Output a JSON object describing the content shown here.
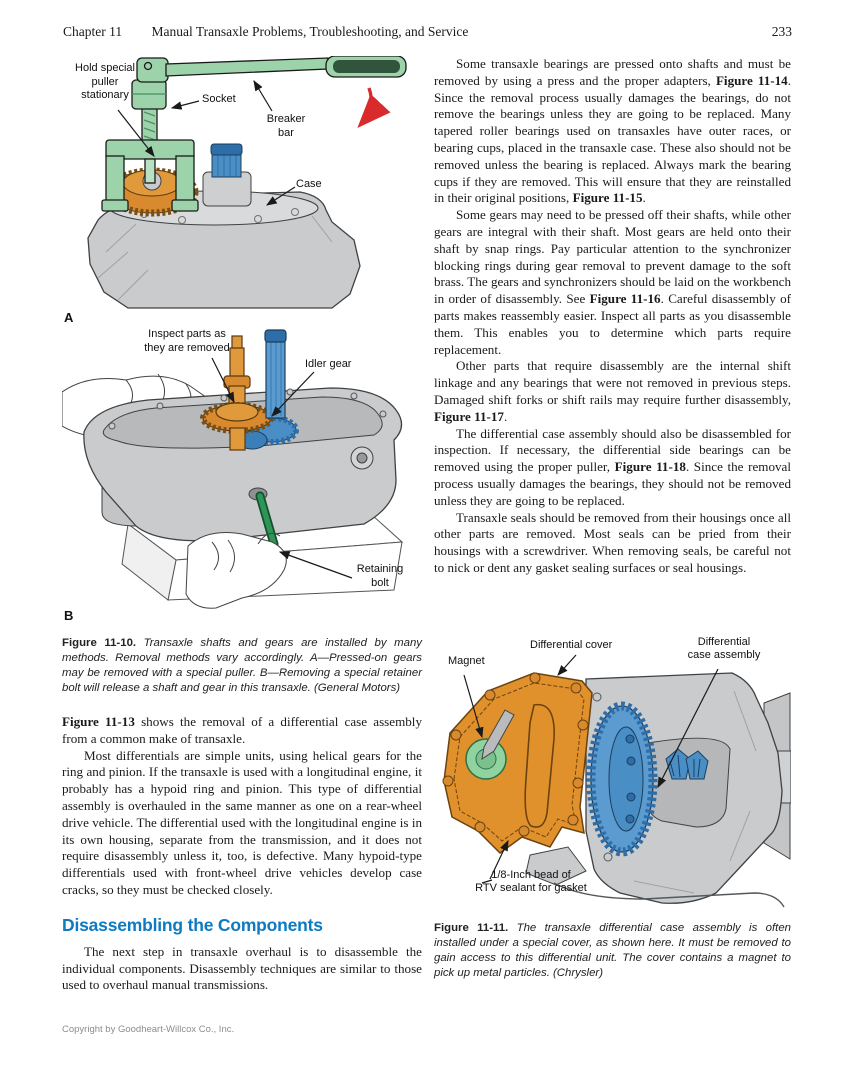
{
  "header": {
    "chapter": "Chapter 11",
    "title": "Manual Transaxle Problems, Troubleshooting, and Service",
    "page_number": "233"
  },
  "colors": {
    "heading_blue": "#0d7ac1",
    "tool_green": "#9dd3ab",
    "gear_orange": "#d98a2e",
    "part_blue": "#5b9bd0",
    "cover_orange": "#e0912c",
    "magnet_green": "#8fd4a0",
    "arrow_red": "#d92b2b",
    "case_gray": "#c9cbcd"
  },
  "figure_a": {
    "labels": {
      "hold_puller": "Hold special\npuller\nstationary",
      "socket": "Socket",
      "breaker_bar": "Breaker\nbar",
      "case": "Case",
      "letter": "A"
    }
  },
  "figure_b": {
    "labels": {
      "inspect": "Inspect parts as\nthey are removed",
      "idler_gear": "Idler gear",
      "retaining_bolt": "Retaining\nbolt",
      "letter": "B"
    }
  },
  "caption_11_10": {
    "segments": [
      {
        "t": "Figure 11-10. ",
        "b": true
      },
      {
        "t": "Transaxle shafts and gears are installed by many methods. Removal methods vary accordingly. A—Pressed-on gears may be removed with a special puller. B—Removing a special retainer bolt will release a shaft and gear in this transaxle. (General Motors)",
        "i": true
      }
    ]
  },
  "left_column": {
    "paragraphs": [
      {
        "segments": [
          {
            "t": "Figure 11-13",
            "b": true
          },
          {
            "t": " shows the removal of a differential case assembly from a common make of transaxle."
          }
        ]
      },
      {
        "segments": [
          {
            "t": "Most differentials are simple units, using helical gears for the ring and pinion. If the transaxle is used with a longitudinal engine, it probably has a hypoid ring and pinion. This type of differential assembly is overhauled in the same manner as one on a rear-wheel drive vehicle. The differential used with the longitudinal engine is in its own housing, separate from the transmission, and it does not require disassembly unless it, too, is defective. Many hypoid-type differentials used with front-wheel drive vehicles develop case cracks, so they must be checked closely."
          }
        ]
      },
      {
        "segments": [
          {
            "t": "The next step in transaxle overhaul is to disassemble the individual components. Disassembly techniques are similar to those used to overhaul manual transmissions."
          }
        ]
      }
    ],
    "section_heading": "Disassembling the Components"
  },
  "right_column": {
    "paragraphs": [
      {
        "segments": [
          {
            "t": "Some transaxle bearings are pressed onto shafts and must be removed by using a press and the proper adapters, "
          },
          {
            "t": "Figure 11-14",
            "b": true
          },
          {
            "t": ". Since the removal process usually damages the bearings, do not remove the bearings unless they are going to be replaced. Many tapered roller bearings used on transaxles have outer races, or bearing cups, placed in the transaxle case. These also should not be removed unless the bearing is replaced. Always mark the bearing cups if they are removed. This will ensure that they are reinstalled in their original positions, "
          },
          {
            "t": "Figure 11-15",
            "b": true
          },
          {
            "t": "."
          }
        ]
      },
      {
        "segments": [
          {
            "t": "Some gears may need to be pressed off their shafts, while other gears are integral with their shaft. Most gears are held onto their shaft by snap rings. Pay particular attention to the synchronizer blocking rings during gear removal to prevent damage to the soft brass. The gears and synchronizers should be laid on the workbench in order of disassembly. See "
          },
          {
            "t": "Figure 11-16",
            "b": true
          },
          {
            "t": ". Careful disassembly of parts makes reassembly easier. Inspect all parts as you disassemble them. This enables you to determine which parts require replacement."
          }
        ]
      },
      {
        "segments": [
          {
            "t": "Other parts that require disassembly are the internal shift linkage and any bearings that were not removed in previous steps. Damaged shift forks or shift rails may require further disassembly, "
          },
          {
            "t": "Figure 11-17",
            "b": true
          },
          {
            "t": "."
          }
        ]
      },
      {
        "segments": [
          {
            "t": "The differential case assembly should also be disassembled for inspection. If necessary, the differential side bearings can be removed using the proper puller, "
          },
          {
            "t": "Figure 11-18",
            "b": true
          },
          {
            "t": ". Since the removal process usually damages the bearings, they should not be removed unless they are going to be replaced."
          }
        ]
      },
      {
        "segments": [
          {
            "t": "Transaxle seals should be removed from their housings once all other parts are removed. Most seals can be pried from their housings with a screwdriver. When removing seals, be careful not to nick or dent any gasket sealing surfaces or seal housings."
          }
        ]
      }
    ]
  },
  "figure_11_11": {
    "labels": {
      "magnet": "Magnet",
      "differential_cover": "Differential cover",
      "diff_case_assembly": "Differential\ncase assembly",
      "rtv": "1/8-Inch bead of\nRTV sealant for gasket"
    }
  },
  "caption_11_11": {
    "segments": [
      {
        "t": "Figure 11-11. ",
        "b": true
      },
      {
        "t": "The transaxle differential case assembly is often installed under a special cover, as shown here. It must be removed to gain access to this differential unit. The cover contains a magnet to pick up metal particles. (Chrysler)",
        "i": true
      }
    ]
  },
  "footer": {
    "copyright": "Copyright by Goodheart-Willcox Co., Inc."
  }
}
